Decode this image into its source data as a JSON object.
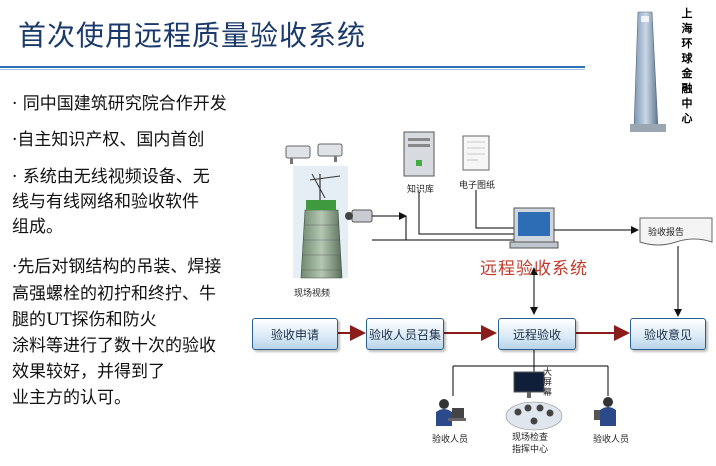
{
  "title": "首次使用远程质量验收系统",
  "tower_label": [
    "上",
    "海",
    "环",
    "球",
    "金",
    "融",
    "中",
    "心"
  ],
  "bullets": [
    "· 同中国建筑研究院合作开发",
    "·自主知识产权、国内首创",
    "·  系统由无线视频设备、无",
    "线与有线网络和验收软件",
    "组成。",
    "·先后对钢结构的吊装、焊接",
    "高强螺栓的初拧和终拧、牛",
    "腿的UT探伤和防火",
    "涂料等进行了数十次的验收",
    "效果较好，并得到了",
    "业主方的认可。"
  ],
  "diagram": {
    "site_video": "现场视频",
    "knowledge_base": "知识库",
    "e_drawings": "电子图纸",
    "system_name": "远程验收系统",
    "report": "验收报告",
    "big_screen": [
      "大",
      "屏",
      "幕"
    ],
    "flow": [
      "验收申请",
      "验收人员召集",
      "远程验收",
      "验收意见"
    ],
    "person_left": "验收人员",
    "command_center": [
      "现场检查",
      "指挥中心"
    ],
    "person_right": "验收人员"
  },
  "colors": {
    "title": "#1b3a6b",
    "rule": "#2f6fb3",
    "system_name": "#c0392b",
    "arrow": "#8a1c1c",
    "box_border": "#2b5f8e"
  }
}
